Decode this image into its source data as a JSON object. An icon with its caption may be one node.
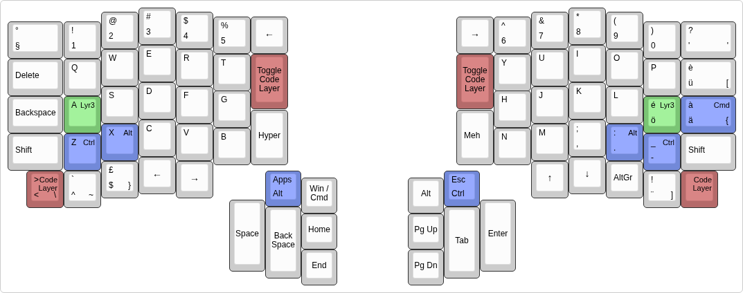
{
  "diagram": {
    "nodes": [
      {
        "text": [
          "°",
          "§"
        ]
      },
      {
        "text": [
          "!",
          "1"
        ]
      },
      {
        "text": [
          "@",
          "2"
        ]
      },
      {
        "text": [
          "#",
          "3"
        ]
      },
      {
        "text": [
          "$",
          "4"
        ]
      },
      {
        "text": [
          "%",
          "5"
        ]
      },
      {
        "text": [
          "←"
        ]
      },
      {
        "text": [
          "→"
        ]
      },
      {
        "text": [
          "^",
          "6"
        ]
      },
      {
        "text": [
          "&",
          "7"
        ]
      },
      {
        "text": [
          "*",
          "8"
        ]
      },
      {
        "text": [
          "(",
          "9"
        ]
      },
      {
        "text": [
          ")",
          "0"
        ]
      },
      {
        "text": [
          "?",
          "'",
          "'"
        ]
      },
      {
        "text": [
          "Delete"
        ]
      },
      {
        "text": [
          "Q"
        ]
      },
      {
        "text": [
          "W"
        ]
      },
      {
        "text": [
          "E"
        ]
      },
      {
        "text": [
          "R"
        ]
      },
      {
        "text": [
          "T"
        ]
      },
      {
        "text": [
          "Toggle Code Layer"
        ]
      },
      {
        "text": [
          "Toggle Code Layer"
        ]
      },
      {
        "text": [
          "Y"
        ]
      },
      {
        "text": [
          "U"
        ]
      },
      {
        "text": [
          "I"
        ]
      },
      {
        "text": [
          "O"
        ]
      },
      {
        "text": [
          "P"
        ]
      },
      {
        "text": [
          "è",
          "ü",
          "["
        ]
      },
      {
        "text": [
          "Backspace"
        ]
      },
      {
        "text": [
          "A",
          "Lyr3"
        ]
      },
      {
        "text": [
          "S"
        ]
      },
      {
        "text": [
          "D"
        ]
      },
      {
        "text": [
          "F"
        ]
      },
      {
        "text": [
          "G"
        ]
      },
      {
        "text": [
          "H"
        ]
      },
      {
        "text": [
          "J"
        ]
      },
      {
        "text": [
          "K"
        ]
      },
      {
        "text": [
          "L"
        ]
      },
      {
        "text": [
          "é",
          "Lyr3",
          "ö"
        ]
      },
      {
        "text": [
          "à",
          "Cmd",
          "ä",
          "{"
        ]
      },
      {
        "text": [
          "Shift"
        ]
      },
      {
        "text": [
          "Z",
          "Ctrl"
        ]
      },
      {
        "text": [
          "X",
          "Alt"
        ]
      },
      {
        "text": [
          "C"
        ]
      },
      {
        "text": [
          "V"
        ]
      },
      {
        "text": [
          "B"
        ]
      },
      {
        "text": [
          "Hyper"
        ]
      },
      {
        "text": [
          "Meh"
        ]
      },
      {
        "text": [
          "N"
        ]
      },
      {
        "text": [
          "M"
        ]
      },
      {
        "text": [
          ";",
          ","
        ]
      },
      {
        "text": [
          ":",
          "Alt",
          "."
        ]
      },
      {
        "text": [
          "_",
          "Ctrl",
          "-"
        ]
      },
      {
        "text": [
          "Shift"
        ]
      },
      {
        "text": [
          ">",
          "Code Layer",
          "<",
          "\\"
        ]
      },
      {
        "text": [
          "`",
          "^",
          "~"
        ]
      },
      {
        "text": [
          "£",
          "$",
          "}"
        ]
      },
      {
        "text": [
          "←"
        ]
      },
      {
        "text": [
          "→"
        ]
      },
      {
        "text": [
          "↑"
        ]
      },
      {
        "text": [
          "↓"
        ]
      },
      {
        "text": [
          "AltGr"
        ]
      },
      {
        "text": [
          "!",
          "¨",
          "]"
        ]
      },
      {
        "text": [
          "Code Layer"
        ]
      },
      {
        "text": [
          "Apps",
          "Alt"
        ]
      },
      {
        "text": [
          "Win / Cmd"
        ]
      },
      {
        "text": [
          "Space"
        ]
      },
      {
        "text": [
          "Back Space"
        ]
      },
      {
        "text": [
          "Home"
        ]
      },
      {
        "text": [
          "End"
        ]
      },
      {
        "text": [
          "Alt"
        ]
      },
      {
        "text": [
          "Esc",
          "Ctrl"
        ]
      },
      {
        "text": [
          "Pg Up"
        ]
      },
      {
        "text": [
          "Tab"
        ]
      },
      {
        "text": [
          "Enter"
        ]
      },
      {
        "text": [
          "Pg Dn"
        ]
      }
    ]
  }
}
